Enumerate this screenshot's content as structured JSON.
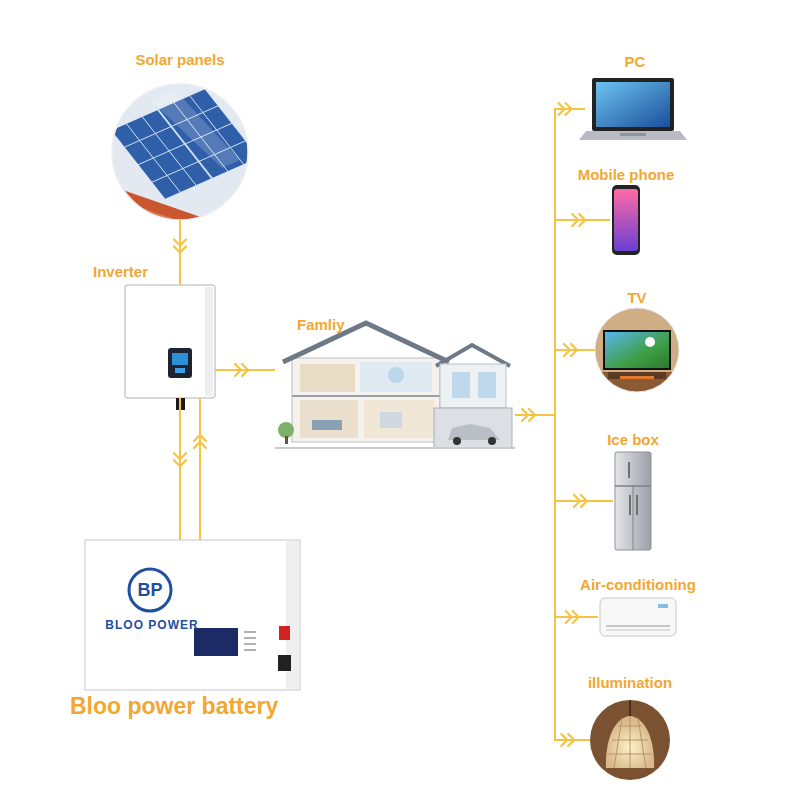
{
  "diagram": {
    "nodes": [
      {
        "text": [
          "Solar panels"
        ]
      },
      {
        "text": [
          "Inverter"
        ]
      },
      {
        "text": [
          "Famliy"
        ]
      },
      {
        "text": [
          "Bloo power battery"
        ]
      },
      {
        "text": [
          "PC"
        ]
      },
      {
        "text": [
          "Mobile phone"
        ]
      },
      {
        "text": [
          "TV"
        ]
      },
      {
        "text": [
          "Ice box"
        ]
      },
      {
        "text": [
          "Air-conditioning"
        ]
      },
      {
        "text": [
          "illumination"
        ]
      }
    ],
    "edges": [
      {
        "from": 0,
        "to": 1,
        "arrow": "to"
      },
      {
        "from": 1,
        "to": 2,
        "arrow": "to"
      },
      {
        "from": 1,
        "to": 3,
        "arrow": "to"
      },
      {
        "from": 3,
        "to": 1,
        "arrow": "to"
      },
      {
        "from": 2,
        "to": 4,
        "arrow": "to"
      },
      {
        "from": 2,
        "to": 5,
        "arrow": "to"
      },
      {
        "from": 2,
        "to": 6,
        "arrow": "to"
      },
      {
        "from": 2,
        "to": 7,
        "arrow": "to"
      },
      {
        "from": 2,
        "to": 8,
        "arrow": "to"
      },
      {
        "from": 2,
        "to": 9,
        "arrow": "to"
      }
    ],
    "labels": [
      "BP",
      "BLOO POWER"
    ]
  }
}
